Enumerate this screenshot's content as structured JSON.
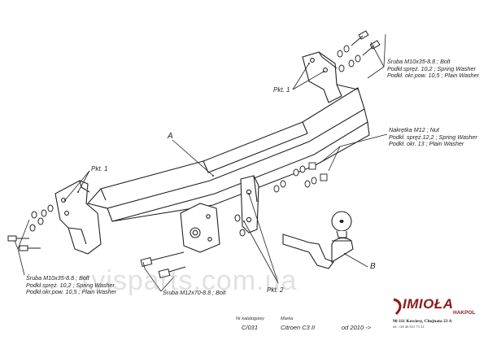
{
  "labels": {
    "part_a": "A",
    "part_b": "B",
    "pkt1_top": "Pkt. 1",
    "pkt1_left": "Pkt. 1",
    "pkt2": "Pkt. 2",
    "bolt_top": [
      "Śruba M10x35-8.8  ;  Bolt",
      "Podkł.spręż. 10,2 ; Spring Washer",
      "Podkł. okr.pow. 10,5 ; Plain Washer"
    ],
    "nut_right": [
      "Nakrętka  M12 ; Nut",
      "Podkł. spręż.12,2 ; Spring Washer",
      "Podkł. okr. 13 ; Plain Washer"
    ],
    "bolt_left": [
      "Śruba M10x35-8.8  ;  Bolt",
      "Podkł.spręż. 10,2 ; Spring Washer",
      "Podkł.okr.pow. 10,5 ; Plain Washer"
    ],
    "bolt_m12": "Śruba M12x70-8.8  ;  Bolt"
  },
  "footer": {
    "catalog_head": "Nr katalogowy",
    "catalog_value": "C/031",
    "brand_head": "Marka",
    "brand_value": "Citroen C3 II",
    "date_value": "od 2010 ->"
  },
  "logo": {
    "name": "IMIOŁA",
    "sub": "HAKPOL",
    "address": "96-111 Kowiesy, Chojnata 23 A",
    "phone": "tel. +48 46 831 73 31",
    "brand_color": "#8e1a1c"
  },
  "watermark": "rvisparts.com.ua",
  "icons": [
    "bolt-icon",
    "washer-icon",
    "nut-icon",
    "tow-ball-icon"
  ]
}
